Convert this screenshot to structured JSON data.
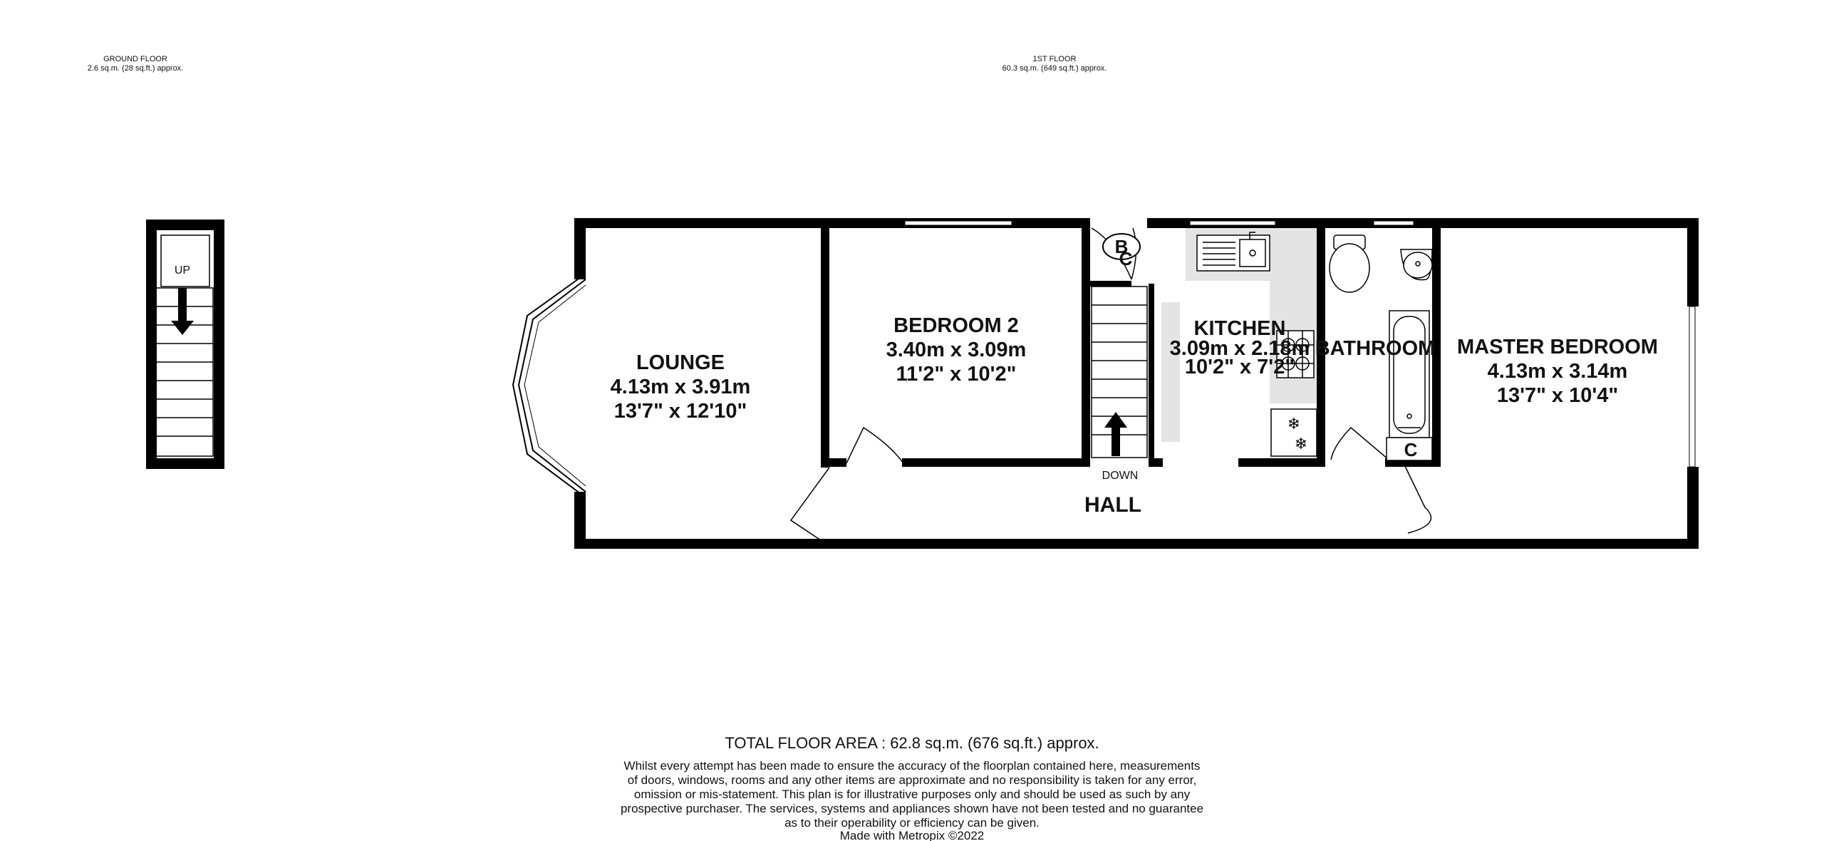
{
  "ground_floor": {
    "title": "GROUND FLOOR",
    "area": "2.6 sq.m. (28 sq.ft.) approx.",
    "up_label": "UP"
  },
  "first_floor": {
    "title": "1ST FLOOR",
    "area": "60.3 sq.m. (649 sq.ft.) approx.",
    "down_label": "DOWN"
  },
  "rooms": {
    "lounge": {
      "name": "LOUNGE",
      "metric": "4.13m  x 3.91m",
      "imperial": "13'7\"  x 12'10\""
    },
    "bedroom2": {
      "name": "BEDROOM 2",
      "metric": "3.40m  x 3.09m",
      "imperial": "11'2\"  x 10'2\""
    },
    "kitchen": {
      "name": "KITCHEN",
      "metric": "3.09m  x 2.18m",
      "imperial": "10'2\"  x 7'2\""
    },
    "bathroom": {
      "name": "BATHROOM"
    },
    "master": {
      "name": "MASTER BEDROOM",
      "metric": "4.13m  x 3.14m",
      "imperial": "13'7\"  x 10'4\""
    },
    "hall": {
      "name": "HALL"
    }
  },
  "fixtures": {
    "boiler": "B",
    "cupboard_landing": "C",
    "cupboard_bathroom": "C"
  },
  "footer": {
    "total": "TOTAL FLOOR AREA : 62.8 sq.m. (676 sq.ft.) approx.",
    "disclaimer": [
      "Whilst every attempt has been made to ensure the accuracy of the floorplan contained here, measurements",
      "of doors, windows, rooms and any other items are approximate and no responsibility is taken for any error,",
      "omission or mis-statement. This plan is for illustrative purposes only and should be used as such by any",
      "prospective purchaser. The services, systems and appliances shown have not been tested and no guarantee",
      "as to their operability or efficiency can be given."
    ],
    "credit": "Made with Metropix ©2022"
  },
  "colors": {
    "wall": "#000000",
    "fill": "#ffffff",
    "worktop": "#e4e4e4",
    "glass": "#cccccc"
  }
}
